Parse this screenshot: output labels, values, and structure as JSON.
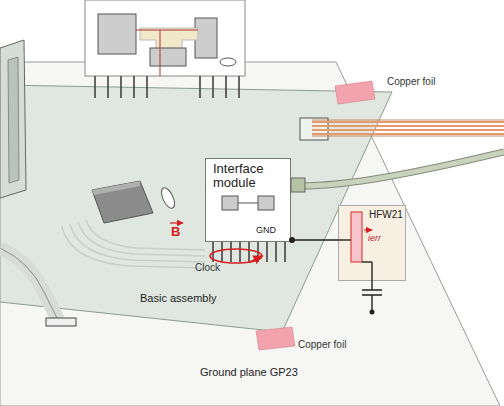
{
  "diagram": {
    "nodes": [
      {
        "text": [
          "Ground plane GP23"
        ]
      },
      {
        "text": [
          "Basic assembly"
        ],
        "in": 0
      },
      {
        "text": [
          "Interface module",
          "GND"
        ],
        "in": 1
      },
      {
        "text": [
          "HFW21",
          "ierr"
        ],
        "in": 0
      }
    ],
    "edges": [
      {
        "from": 2,
        "to": 3,
        "arrow": "none"
      }
    ],
    "labels": [
      "Copper foil",
      "Copper foil",
      "B",
      "Clock"
    ]
  }
}
